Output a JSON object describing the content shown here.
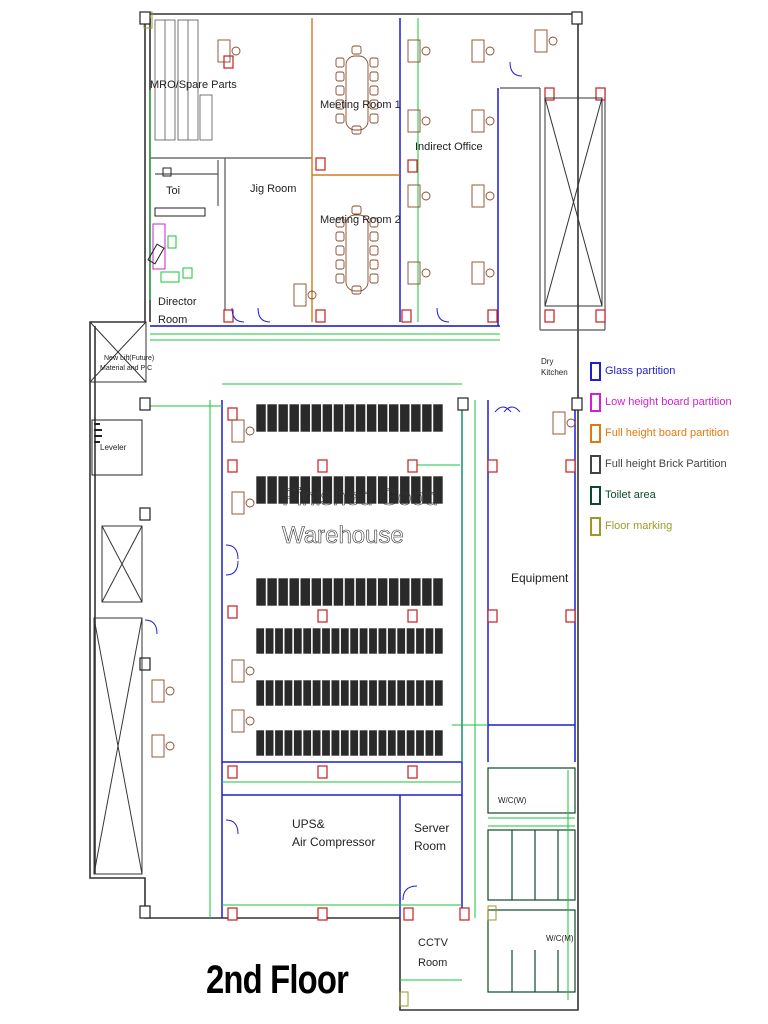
{
  "title": "2nd Floor",
  "rooms": {
    "mro": "MRO/Spare Parts",
    "meeting1": "Meeting Room 1",
    "meeting2": "Meeting Room 2",
    "jig": "Jig Room",
    "indirect": "Indirect Office",
    "toi": "Toi",
    "director_line1": "Director",
    "director_line2": "Room",
    "lift_line1": "New Lift(Future)",
    "lift_line2": "Material and PIC",
    "leveler": "Leveler",
    "dry_line1": "Dry",
    "dry_line2": "Kitchen",
    "warehouse_line1": "Finished Good",
    "warehouse_line2": "Warehouse",
    "equipment": "Equipment",
    "ups_line1": "UPS&",
    "ups_line2": "Air Compressor",
    "server_line1": "Server",
    "server_line2": "Room",
    "wc_w": "W/C(W)",
    "wc_m": "W/C(M)",
    "cctv_line1": "CCTV",
    "cctv_line2": "Room"
  },
  "legend": [
    {
      "label": "Glass partition",
      "color": "#1f1fd0"
    },
    {
      "label": "Low height board partition",
      "color": "#d21fd2"
    },
    {
      "label": "Full height board partition",
      "color": "#e07a10"
    },
    {
      "label": "Full height Brick Partition",
      "color": "#444444"
    },
    {
      "label": "Toilet area",
      "color": "#0c4a2a"
    },
    {
      "label": "Floor marking",
      "color": "#9a9a2a"
    }
  ],
  "colors": {
    "wall": "#333333",
    "glass": "#1f1fd0",
    "dimension": "#15c53a",
    "column": "#c81e1e",
    "furniture": "#8a4a2a",
    "rack": "#222222"
  }
}
